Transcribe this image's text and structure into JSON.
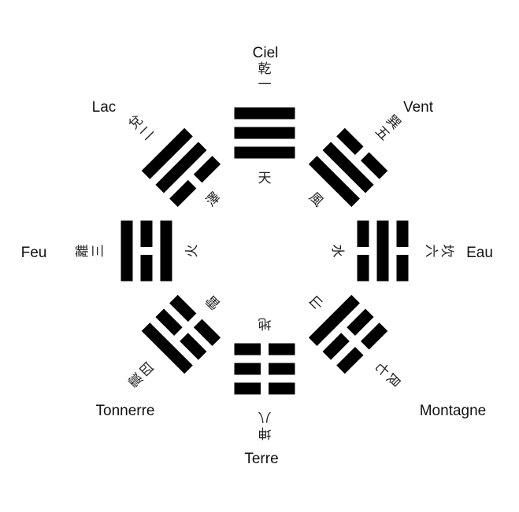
{
  "colors": {
    "background": "#ffffff",
    "bars": "#000000",
    "text": "#111111"
  },
  "trigrams": [
    {
      "id": "qian",
      "name": "Ciel",
      "glyphs_outer": "乾一",
      "glyph_inner": "天",
      "lines": [
        "yang",
        "yang",
        "yang"
      ]
    },
    {
      "id": "xun",
      "name": "Vent",
      "glyphs_outer": "巽五",
      "glyph_inner": "風",
      "lines": [
        "yang",
        "yang",
        "yin"
      ]
    },
    {
      "id": "kan",
      "name": "Eau",
      "glyphs_outer": "坎六",
      "glyph_inner": "水",
      "lines": [
        "yin",
        "yang",
        "yin"
      ]
    },
    {
      "id": "gen",
      "name": "Montagne",
      "glyphs_outer": "艮七",
      "glyph_inner": "山",
      "lines": [
        "yang",
        "yin",
        "yin"
      ]
    },
    {
      "id": "kun",
      "name": "Terre",
      "glyphs_outer": "坤八",
      "glyph_inner": "地",
      "lines": [
        "yin",
        "yin",
        "yin"
      ]
    },
    {
      "id": "zhen",
      "name": "Tonnerre",
      "glyphs_outer": "震四",
      "glyph_inner": "雷",
      "lines": [
        "yin",
        "yin",
        "yang"
      ]
    },
    {
      "id": "li",
      "name": "Feu",
      "glyphs_outer": "離三",
      "glyph_inner": "火",
      "lines": [
        "yang",
        "yin",
        "yang"
      ]
    },
    {
      "id": "dui",
      "name": "Lac",
      "glyphs_outer": "兌二",
      "glyph_inner": "澤",
      "lines": [
        "yin",
        "yang",
        "yang"
      ]
    }
  ]
}
